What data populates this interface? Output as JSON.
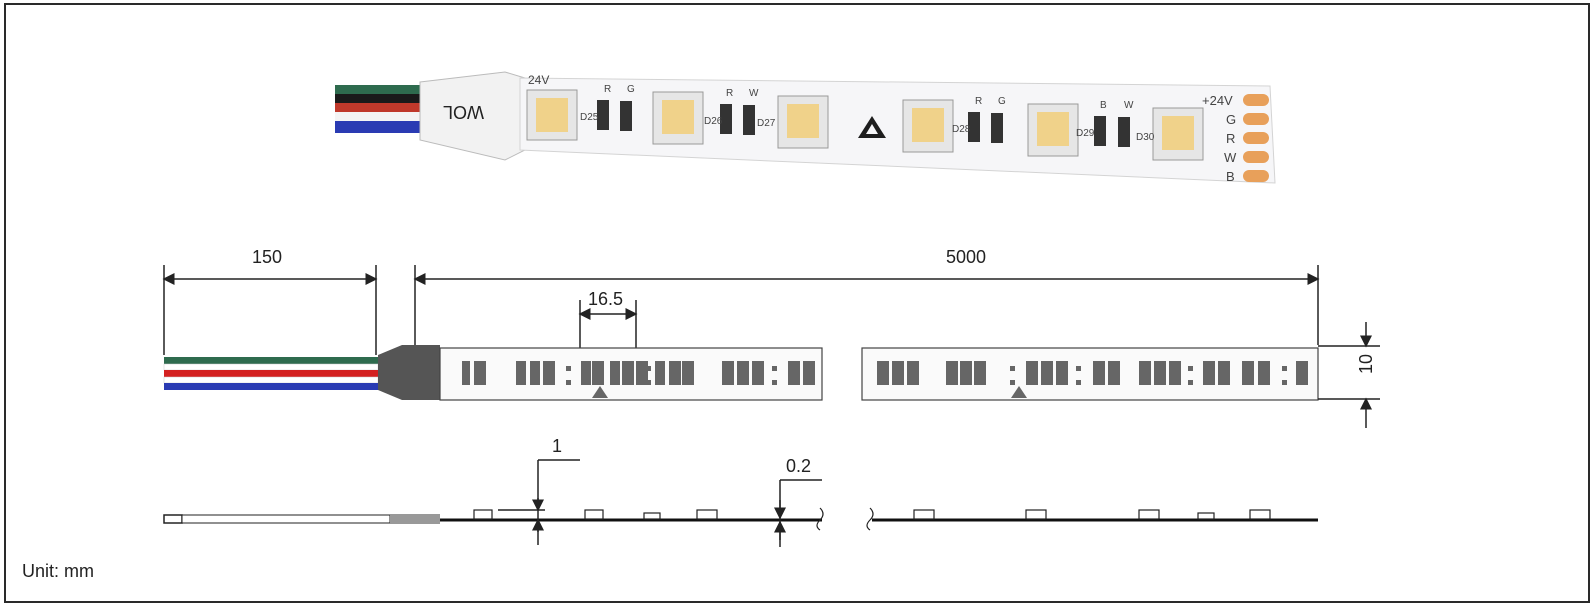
{
  "photo": {
    "pad_labels": [
      "+24V",
      "G",
      "R",
      "W",
      "B"
    ],
    "start_label": "24V",
    "resistor_codes": [
      "R",
      "G",
      "R",
      "W",
      "R",
      "G",
      "B",
      "W"
    ],
    "chip_ids": [
      "D25",
      "D26",
      "D27",
      "D28",
      "D29",
      "D30"
    ],
    "cable_text": "WOL",
    "wire_colors": [
      "#2e6b4e",
      "#1a1a1a",
      "#c0392b",
      "#ffffff",
      "#2a3bb3"
    ]
  },
  "dimensions": {
    "cable_length": "150",
    "strip_length": "5000",
    "pitch": "16.5",
    "width": "10",
    "led_height": "1",
    "pcb_thickness": "0.2"
  },
  "unit_label": "Unit: mm"
}
